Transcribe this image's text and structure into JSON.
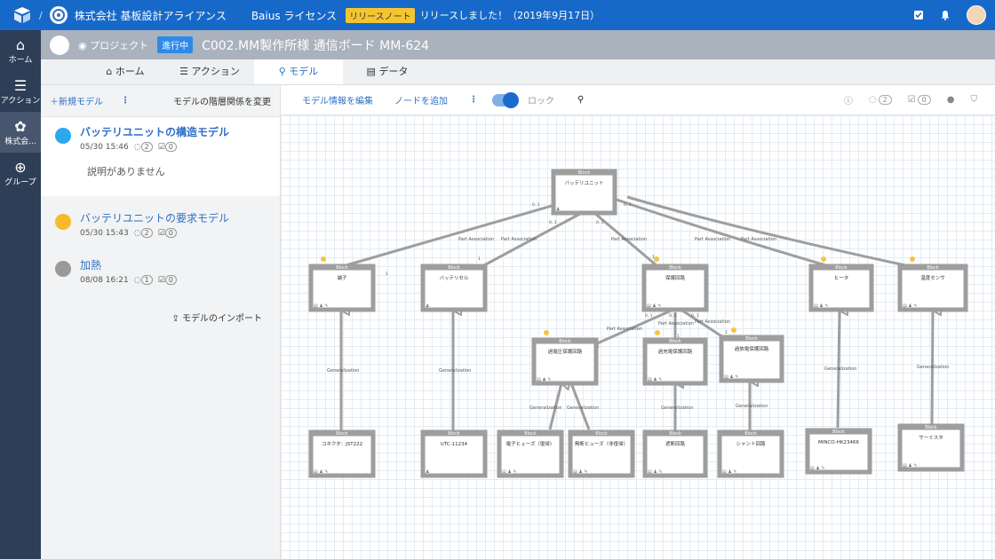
{
  "topbar": {
    "org_name": "株式会社 基板設計アライアンス",
    "license": "Baius ライセンス",
    "release_badge": "リリースノート",
    "release_text": "リリースしました！（2019年9月17日）"
  },
  "leftnav": {
    "items": [
      {
        "label": "ホーム"
      },
      {
        "label": "アクション"
      },
      {
        "label": "株式会..."
      },
      {
        "label": "グループ"
      }
    ]
  },
  "header": {
    "project_label": "プロジェクト",
    "status": "進行中",
    "title": "C002.MM製作所様 通信ボード MM-624"
  },
  "tabs": [
    {
      "label": "ホーム"
    },
    {
      "label": "アクション"
    },
    {
      "label": "モデル"
    },
    {
      "label": "データ"
    }
  ],
  "models_panel": {
    "new_model": "＋新規モデル",
    "change_hierarchy": "モデルの階層関係を変更",
    "models": [
      {
        "name": "バッテリユニットの構造モデル",
        "date": "05/30 15:46",
        "comments": "2",
        "reviews": "0",
        "color": "#2ba8ee",
        "description": "説明がありません"
      },
      {
        "name": "バッテリユニットの要求モデル",
        "date": "05/30 15:43",
        "comments": "2",
        "reviews": "0",
        "color": "#f8b92b"
      },
      {
        "name": "加熱",
        "date": "08/08 16:21",
        "comments": "1",
        "reviews": "0",
        "color": "#999999"
      }
    ],
    "import_label": "モデルのインポート"
  },
  "model_toolbar": {
    "edit_info": "モデル情報を編集",
    "add_node": "ノードを追加",
    "lock_label": "ロック",
    "comment_count": "2",
    "review_count": "0"
  },
  "diagram": {
    "stereotype": "Block",
    "nodes": {
      "root": "バッテリユニット",
      "terminal": "端子",
      "battery_cell": "バッテリセル",
      "protection": "保護回路",
      "heater": "ヒータ",
      "temp_sensor": "温度センサ",
      "overvoltage": "過電圧保護回路",
      "overcurrent": "過充電保護回路",
      "overdischarge": "過放電保護回路",
      "connector": "コネクタ：JST222",
      "utc": "UTC-11234",
      "fuse_elec": "電子ヒューズ（復帰）",
      "fuse_nonres": "無断ヒューズ（非復帰）",
      "break_circuit": "遮断回路",
      "shunt": "シャント回路",
      "minco": "MINCO-HK23466",
      "thermistor": "サーミスタ"
    },
    "relation_labels": {
      "part_association": "Part Association",
      "generalization": "Generalization"
    },
    "multiplicity": {
      "one": "1",
      "zero_one": "0..1"
    }
  }
}
